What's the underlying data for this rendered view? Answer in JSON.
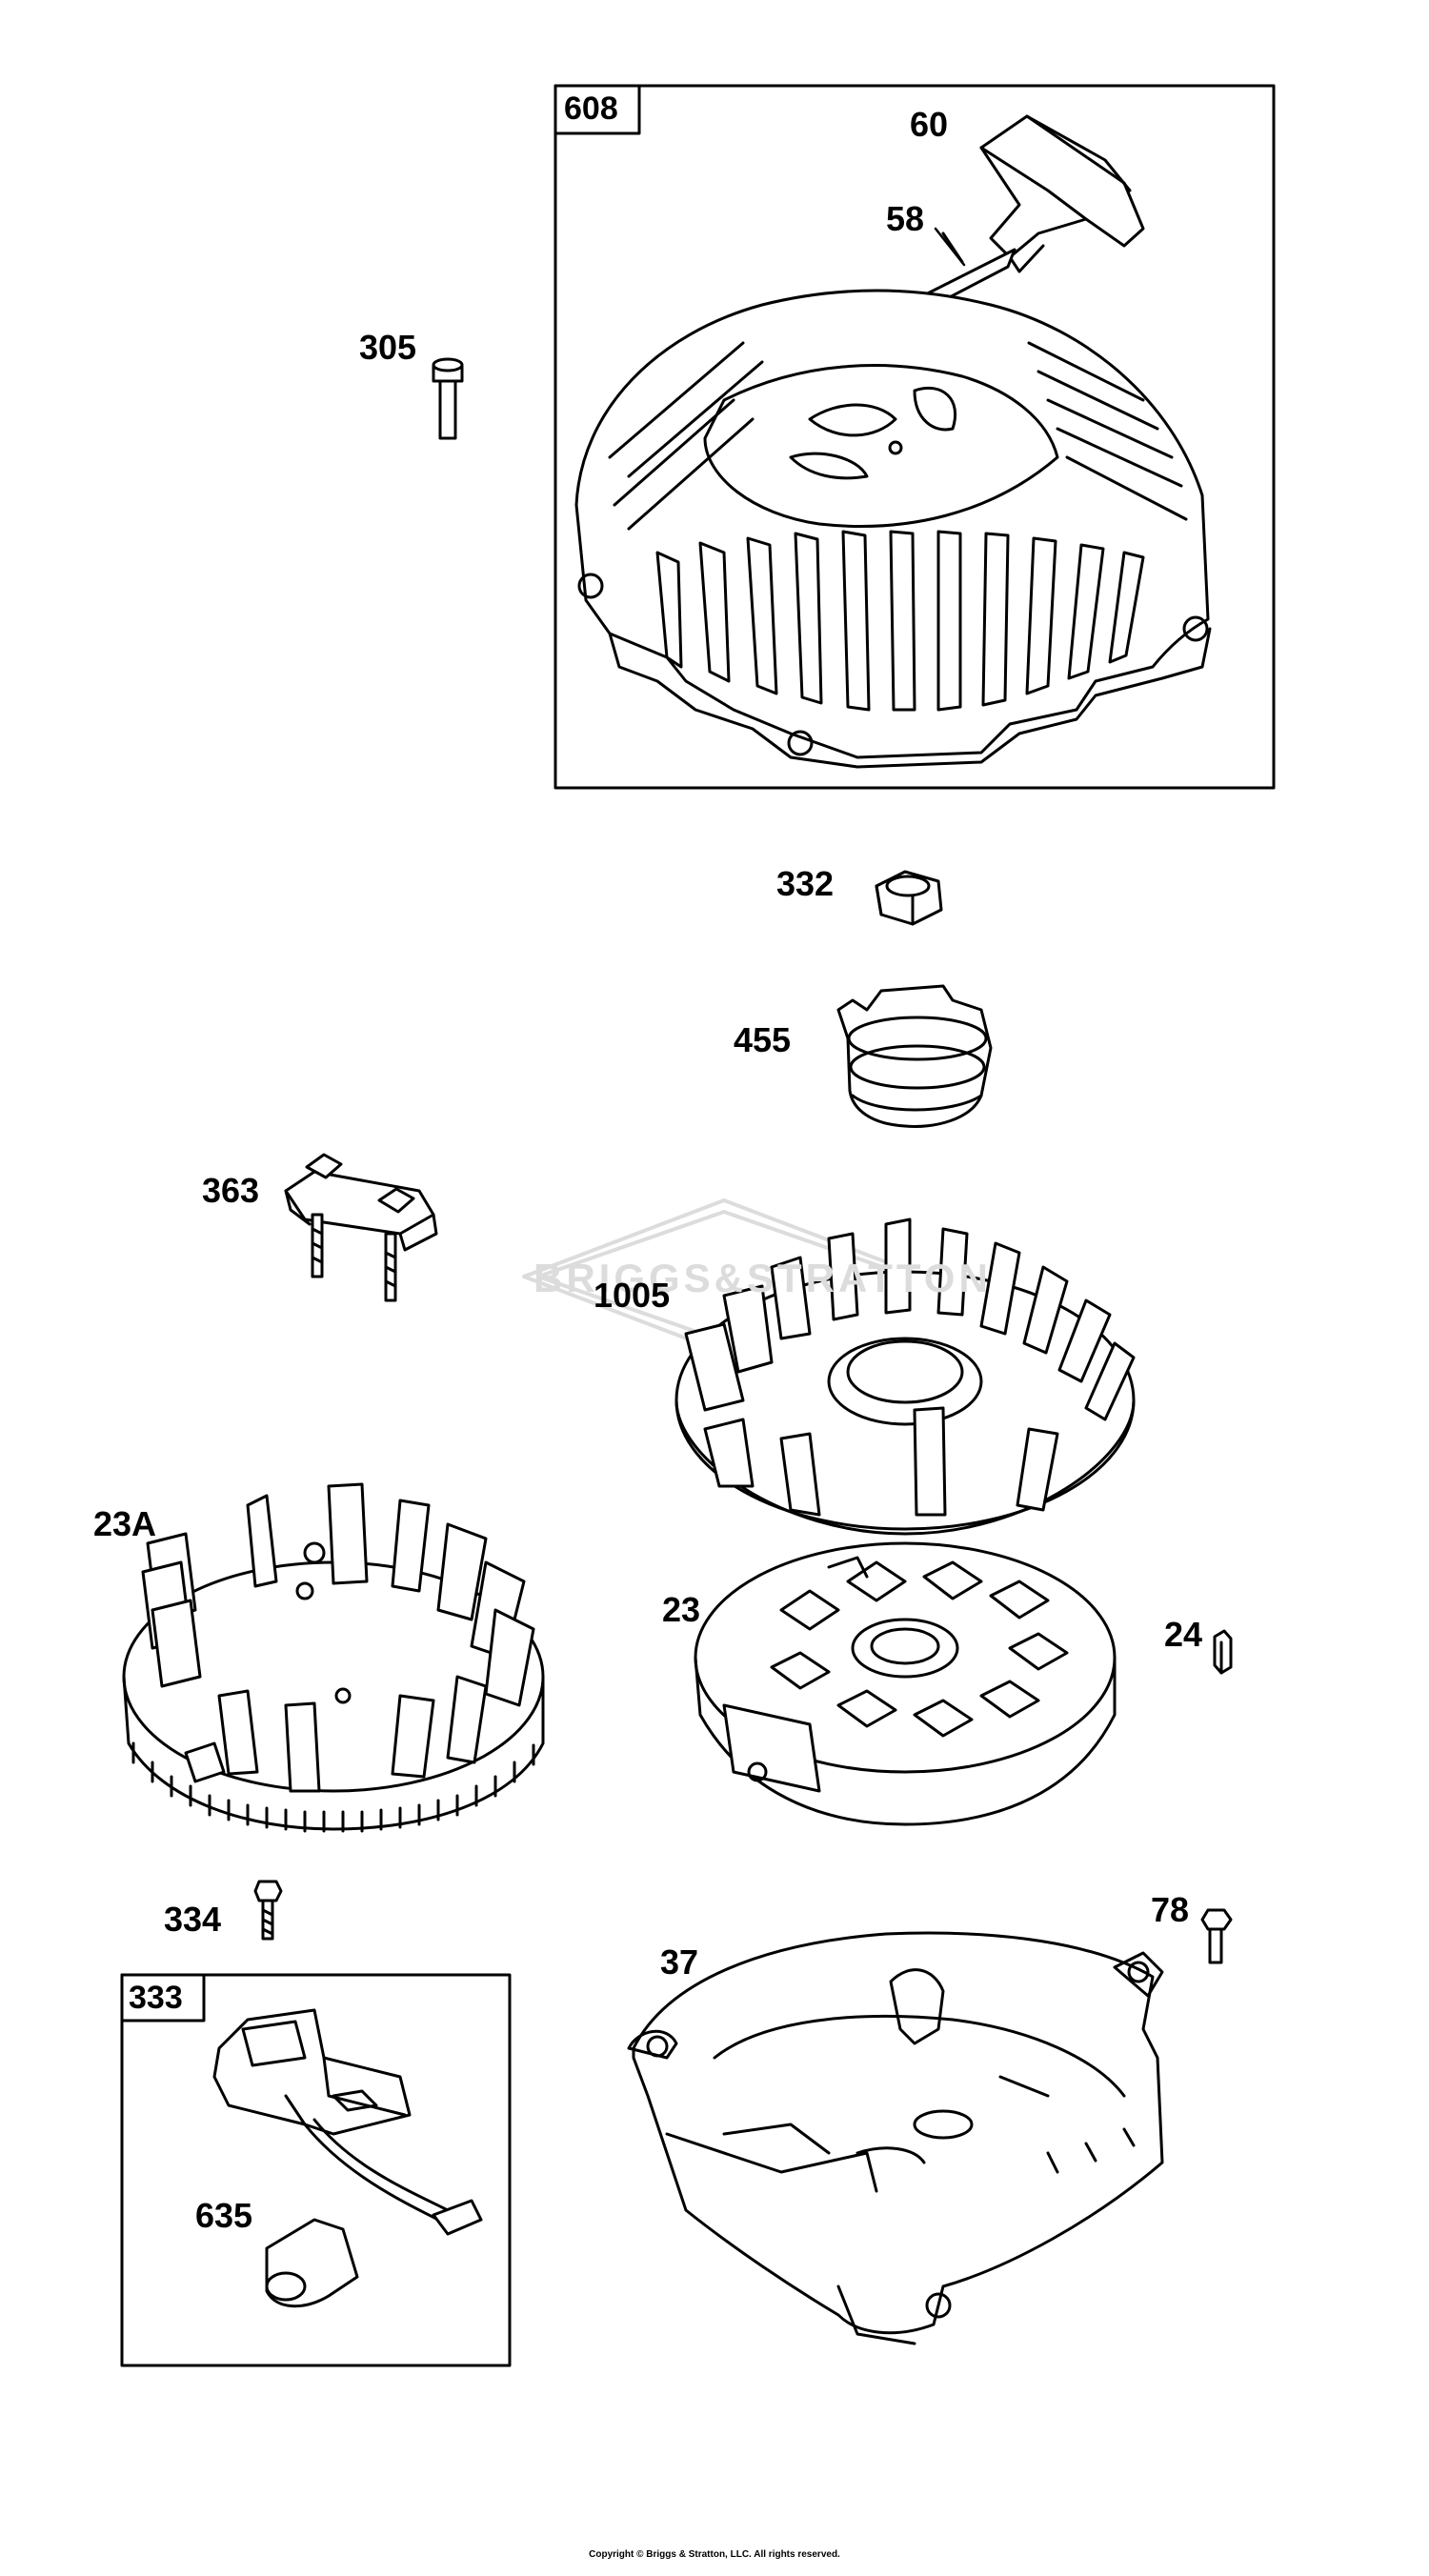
{
  "diagram": {
    "watermark": "BRIGGS&STRATTON",
    "copyright": "Copyright © Briggs & Stratton, LLC. All rights reserved.",
    "labels": {
      "p608": "608",
      "p60": "60",
      "p58": "58",
      "p305": "305",
      "p332": "332",
      "p455": "455",
      "p363": "363",
      "p1005": "1005",
      "p23A": "23A",
      "p23": "23",
      "p24": "24",
      "p334": "334",
      "p78": "78",
      "p333": "333",
      "p37": "37",
      "p635": "635"
    },
    "colors": {
      "ink": "#000000",
      "watermark": "#dcdcdc",
      "background": "#ffffff"
    }
  }
}
